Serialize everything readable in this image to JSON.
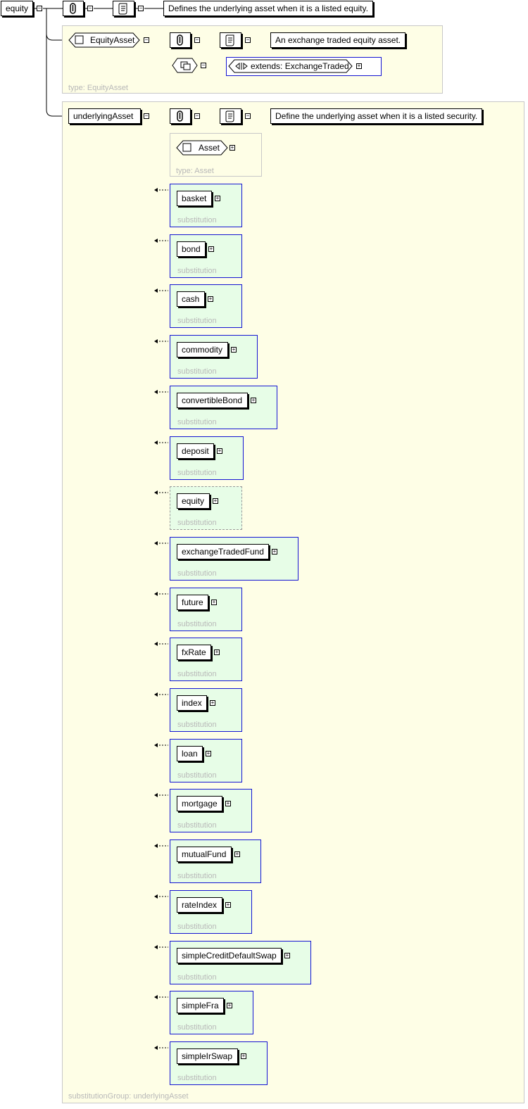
{
  "root": {
    "name": "equity",
    "annotation": "Defines the underlying asset when it is a listed equity."
  },
  "equity_asset": {
    "name": "EquityAsset",
    "annotation": "An exchange traded equity asset.",
    "extends": "extends: ExchangeTraded",
    "type_label": "type: EquityAsset"
  },
  "underlying_asset": {
    "name": "underlyingAsset",
    "annotation": "Define the underlying asset when it is a listed security.",
    "substitution_group_label": "substitutionGroup: underlyingAsset"
  },
  "asset": {
    "name": "Asset",
    "type_label": "type: Asset"
  },
  "substitutions": [
    {
      "name": "basket",
      "label": "substitution"
    },
    {
      "name": "bond",
      "label": "substitution"
    },
    {
      "name": "cash",
      "label": "substitution"
    },
    {
      "name": "commodity",
      "label": "substitution"
    },
    {
      "name": "convertibleBond",
      "label": "substitution"
    },
    {
      "name": "deposit",
      "label": "substitution"
    },
    {
      "name": "equity",
      "label": "substitution",
      "style": "dashed"
    },
    {
      "name": "exchangeTradedFund",
      "label": "substitution"
    },
    {
      "name": "future",
      "label": "substitution"
    },
    {
      "name": "fxRate",
      "label": "substitution"
    },
    {
      "name": "index",
      "label": "substitution"
    },
    {
      "name": "loan",
      "label": "substitution"
    },
    {
      "name": "mortgage",
      "label": "substitution"
    },
    {
      "name": "mutualFund",
      "label": "substitution"
    },
    {
      "name": "rateIndex",
      "label": "substitution"
    },
    {
      "name": "simpleCreditDefaultSwap",
      "label": "substitution"
    },
    {
      "name": "simpleFra",
      "label": "substitution"
    },
    {
      "name": "simpleIrSwap",
      "label": "substitution"
    }
  ],
  "icons": {
    "sequence": "sequence-icon",
    "annotation": "documentation-scroll-icon",
    "extension": "extension-arrows-icon",
    "choice": "choice-icon",
    "expand": "expand-plus-icon",
    "collapse": "collapse-minus-icon"
  },
  "colors": {
    "panel_bg": "#fefee6",
    "substitution_bg": "#e7fde7",
    "substitution_border": "#1414d2",
    "muted_text": "#b8b8b8"
  }
}
